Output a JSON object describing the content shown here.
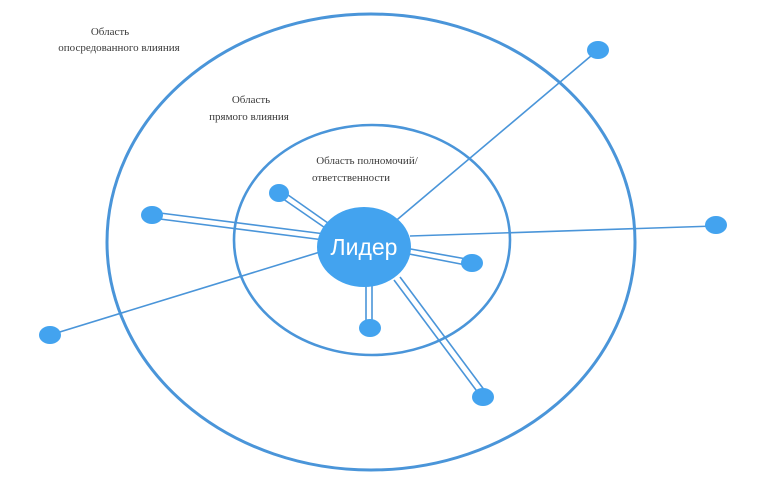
{
  "zones": {
    "outer": {
      "line1": "Область",
      "line2": "опосредованного влияния"
    },
    "middle": {
      "line1": "Область",
      "line2": "прямого влияния"
    },
    "inner": {
      "line1": "Область полномочий/",
      "line2": "ответственности"
    }
  },
  "leader": {
    "label": "Лидер"
  },
  "colors": {
    "ring": "#4a95d9",
    "node": "#43a3ef",
    "leader": "#43a3ef",
    "text": "#3a3a3a"
  }
}
